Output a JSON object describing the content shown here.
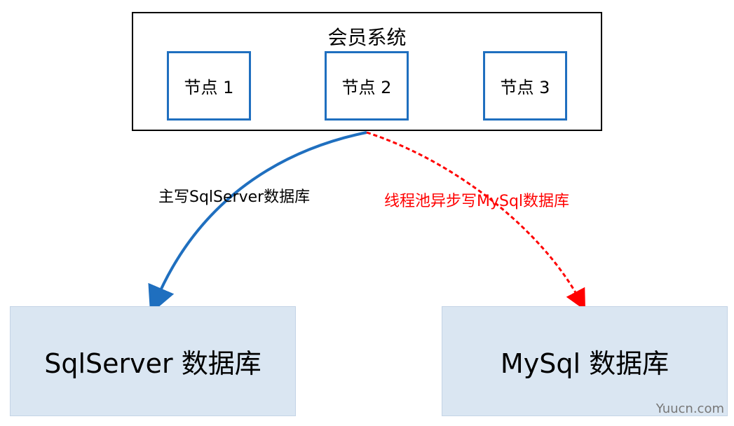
{
  "system": {
    "title": "会员系统",
    "nodes": [
      "节点 1",
      "节点 2",
      "节点 3"
    ]
  },
  "edges": {
    "sqlserver_label": "主写SqlServer数据库",
    "mysql_label": "线程池异步写MySql数据库"
  },
  "databases": {
    "sqlserver": "SqlServer 数据库",
    "mysql": "MySql 数据库"
  },
  "watermark": "Yuucn.com",
  "colors": {
    "node_border": "#1f6fbf",
    "sync_edge": "#1f6fbf",
    "async_edge": "#ff0000",
    "db_fill": "#dae6f2"
  }
}
